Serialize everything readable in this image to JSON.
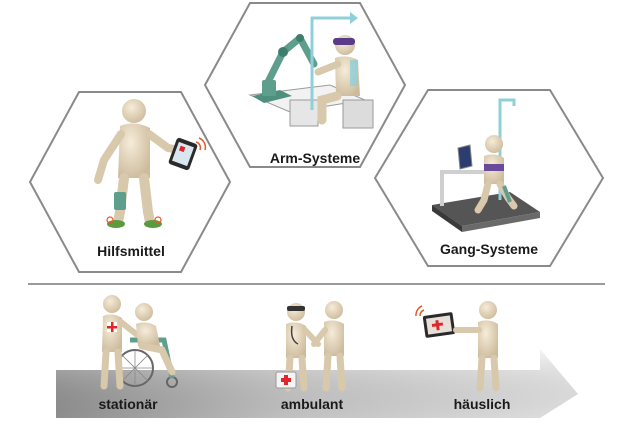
{
  "modules": {
    "arm": {
      "label": "Arm-Systeme"
    },
    "aids": {
      "label": "Hilfsmittel"
    },
    "gait": {
      "label": "Gang-Systeme"
    }
  },
  "settings": {
    "inpatient": {
      "label": "stationär"
    },
    "outpatient": {
      "label": "ambulant"
    },
    "home": {
      "label": "häuslich"
    }
  },
  "colors": {
    "figure": "#e9dcc6",
    "device": "#5e9e8c",
    "hex_stroke": "#8a8a8a",
    "medical_cross": "#e0262b",
    "signal": "#e05a2a"
  }
}
